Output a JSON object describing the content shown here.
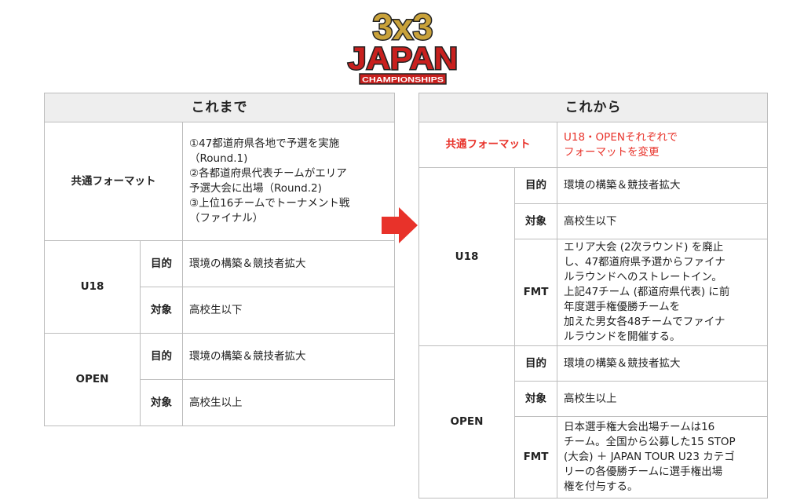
{
  "logo": {
    "line1": "3x3",
    "line2": "JAPAN",
    "line3": "CHAMPIONSHIPS",
    "colors": {
      "gold": "#c9a23a",
      "red": "#c8201e",
      "dark": "#222222"
    }
  },
  "left": {
    "header": "これまで",
    "common": {
      "label": "共通フォーマット",
      "lines": [
        "①47都道府県各地で予選を実施",
        "（Round.1)",
        "②各都道府県代表チームがエリア",
        "予選大会に出場（Round.2)",
        "③上位16チームでトーナメント戦",
        "（ファイナル）"
      ]
    },
    "u18": {
      "label": "U18",
      "rows": [
        {
          "key": "目的",
          "value": "環境の構築＆競技者拡大"
        },
        {
          "key": "対象",
          "value": "高校生以下"
        }
      ]
    },
    "open": {
      "label": "OPEN",
      "rows": [
        {
          "key": "目的",
          "value": "環境の構築＆競技者拡大"
        },
        {
          "key": "対象",
          "value": "高校生以上"
        }
      ]
    }
  },
  "right": {
    "header": "これから",
    "common": {
      "label": "共通フォーマット",
      "lines": [
        "U18・OPENそれぞれで",
        "フォーマットを変更"
      ]
    },
    "u18": {
      "label": "U18",
      "rows": [
        {
          "key": "目的",
          "lines": [
            "環境の構築＆競技者拡大"
          ]
        },
        {
          "key": "対象",
          "lines": [
            "高校生以下"
          ]
        },
        {
          "key": "FMT",
          "lines": [
            "エリア大会 (2次ラウンド) を廃止",
            "し、47都道府県予選からファイナ",
            "ルラウンドへのストレートイン。",
            "上記47チーム (都道府県代表) に前",
            "年度選手権優勝チームを",
            "加えた男女各48チームでファイナ",
            "ルラウンドを開催する。"
          ]
        }
      ]
    },
    "open": {
      "label": "OPEN",
      "rows": [
        {
          "key": "目的",
          "lines": [
            "環境の構築＆競技者拡大"
          ]
        },
        {
          "key": "対象",
          "lines": [
            "高校生以上"
          ]
        },
        {
          "key": "FMT",
          "lines": [
            "日本選手権大会出場チームは16",
            "チーム。全国から公募した15 STOP",
            "(大会) ＋ JAPAN TOUR U23 カテゴ",
            "リーの各優勝チームに選手権出場",
            "権を付与する。"
          ]
        }
      ]
    }
  },
  "accent_color": "#e8322a"
}
